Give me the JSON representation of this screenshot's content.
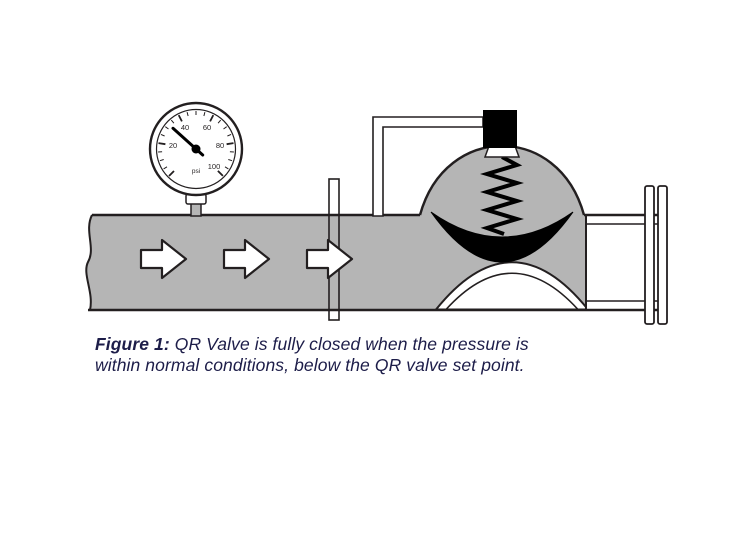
{
  "figure": {
    "caption_label": "Figure 1:",
    "caption_line1": " QR Valve is fully closed when the pressure is",
    "caption_line2": "within normal conditions, below the QR valve set point."
  },
  "gauge": {
    "labels": [
      "20",
      "40",
      "60",
      "80",
      "100"
    ],
    "unit": "psi"
  },
  "colors": {
    "flow_gray": "#b5b5b5",
    "line": "#231f20",
    "caption_text": "#1d1d49"
  }
}
